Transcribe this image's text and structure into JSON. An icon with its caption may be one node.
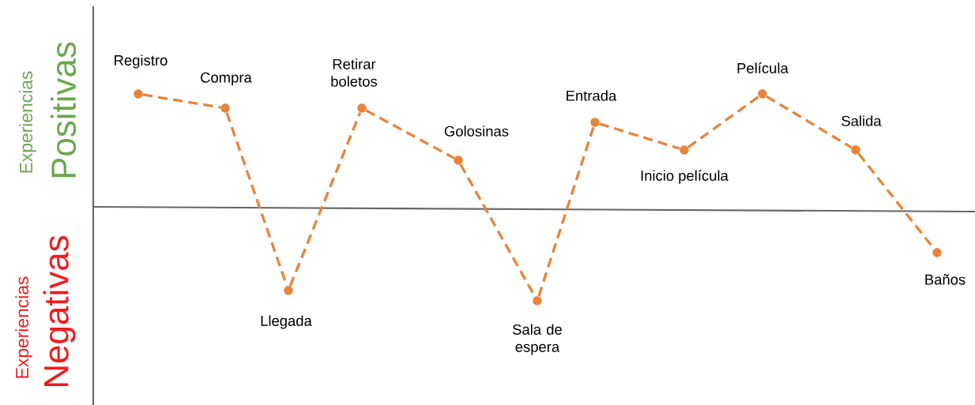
{
  "diagram": {
    "nodes": [
      {
        "text": [],
        "shape": "circle",
        "beside": [
          "Registro"
        ]
      },
      {
        "text": [],
        "shape": "circle",
        "beside": [
          "Compra"
        ]
      },
      {
        "text": [],
        "shape": "circle",
        "beside": [
          "Llegada"
        ]
      },
      {
        "text": [],
        "shape": "circle",
        "beside": [
          "Retirar boletos"
        ]
      },
      {
        "text": [],
        "shape": "circle",
        "beside": [
          "Golosinas"
        ]
      },
      {
        "text": [],
        "shape": "circle",
        "beside": [
          "Sala de espera"
        ]
      },
      {
        "text": [],
        "shape": "circle",
        "beside": [
          "Entrada"
        ]
      },
      {
        "text": [],
        "shape": "circle",
        "beside": [
          "Inicio película"
        ]
      },
      {
        "text": [],
        "shape": "circle",
        "beside": [
          "Película"
        ]
      },
      {
        "text": [],
        "shape": "circle",
        "beside": [
          "Salida"
        ]
      },
      {
        "text": [],
        "shape": "circle",
        "beside": [
          "Baños"
        ]
      }
    ],
    "edges": [
      {
        "from": 0,
        "to": 1,
        "arrow": "none",
        "style": "dashed"
      },
      {
        "from": 1,
        "to": 2,
        "arrow": "none",
        "style": "dashed"
      },
      {
        "from": 2,
        "to": 3,
        "arrow": "none",
        "style": "dashed"
      },
      {
        "from": 3,
        "to": 4,
        "arrow": "none",
        "style": "dashed"
      },
      {
        "from": 4,
        "to": 5,
        "arrow": "none",
        "style": "dashed"
      },
      {
        "from": 5,
        "to": 6,
        "arrow": "none",
        "style": "dashed"
      },
      {
        "from": 6,
        "to": 7,
        "arrow": "none",
        "style": "dashed"
      },
      {
        "from": 7,
        "to": 8,
        "arrow": "none",
        "style": "dashed"
      },
      {
        "from": 8,
        "to": 9,
        "arrow": "none",
        "style": "dashed"
      },
      {
        "from": 9,
        "to": 10,
        "arrow": "none",
        "style": "dashed"
      }
    ],
    "labels": [
      "Experiencias",
      "Positivas",
      "Experiencias",
      "Negativas"
    ]
  }
}
